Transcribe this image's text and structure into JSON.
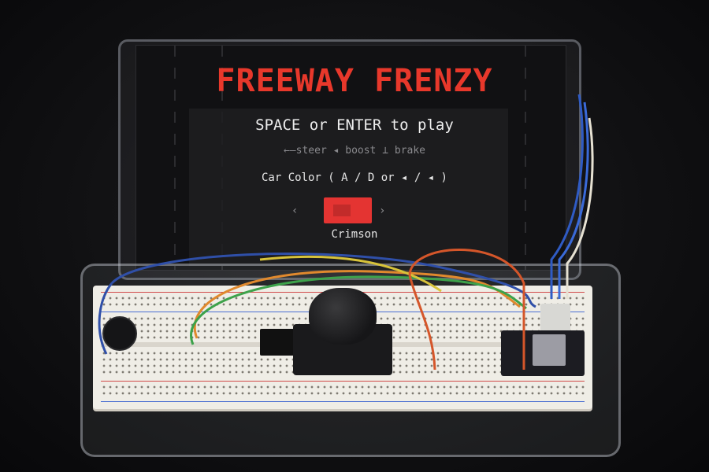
{
  "game": {
    "title": "FREEWAY FRENZY",
    "prompt": "SPACE or ENTER to play",
    "controls": "←—steer  ◂ boost  ⟂ brake",
    "color_label": "Car Color  ( A / D or ◂ / ◂ )",
    "left_arrow": "‹",
    "right_arrow": "›",
    "selected_color": "Crimson",
    "selected_color_hex": "#e43432",
    "title_color": "#e8382b"
  },
  "icons": {
    "left_arrow": "chevron-left-icon",
    "right_arrow": "chevron-right-icon"
  }
}
